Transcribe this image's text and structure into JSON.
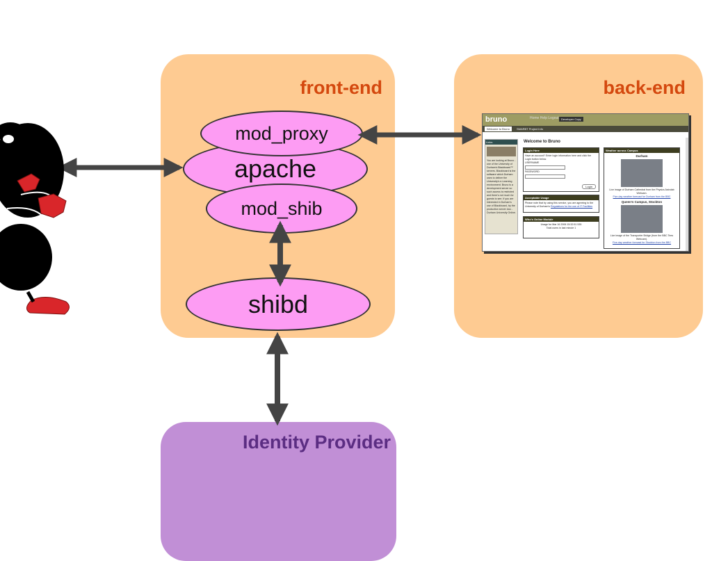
{
  "boxes": {
    "front_end": "front-end",
    "back_end": "back-end",
    "identity_provider": "Identity Provider"
  },
  "nodes": {
    "mod_proxy": "mod_proxy",
    "apache": "apache",
    "mod_shib": "mod_shib",
    "shibd": "shibd"
  },
  "colors": {
    "box_fill": "#fecb92",
    "idp_fill": "#c18fd6",
    "node_fill": "#fd9cf3",
    "arrow": "#444444",
    "title_orange": "#d4480e",
    "title_purple": "#5b2d82"
  },
  "icons": {
    "user": "cartoon-character-icon"
  },
  "screenshot": {
    "logo": "bruno",
    "nav_icons": "Home  Help  Logout",
    "dev_copy": "Developer Copy",
    "tab_welcome": "Welcome to Bruno",
    "tab_project": "SMARBT Project Info",
    "sidebar_header": "Links",
    "sidebar_text": "You are looking at Bruno - one of the University of Durham's Blackboard™ servers. Blackboard is the software which Durham uses to deliver the University's e-Learning environment. Bruno is a development server so such access is restricted and there's not much for guests to see. If you are interested in Durham's use of Blackboard, try the production server duo - Durham University Online.",
    "welcome_title": "Welcome to Bruno",
    "login_header": "Login Here",
    "login_text": "Have an account? Enter login information here and click the Login button below.",
    "username_label": "USERNAME",
    "password_label": "PASSWORD",
    "login_button": "Login",
    "usage_header": "Acceptable Usage",
    "usage_text": "Please note that by using this service, you are agreeing to the University of Durham's",
    "usage_link": "Regulations for the use of IT Facilities",
    "online_header": "Who's Online Module",
    "online_usage": "Usage for Mar 16 2006 15:32:51 535",
    "online_total": "Total users in last minute 1",
    "weather_header": "Weather across Campus",
    "durham_title": "Durham",
    "durham_caption": "Live image of Durham Cathedral from the Physics Astrolab Webcam.",
    "durham_link": "Five-day weather forecast for Durham from the BBC",
    "stockton_title": "Queen's Campus, Stockton",
    "stockton_caption": "Live image of the Transporter Bridge (from the BBC Tees Webcam).",
    "stockton_link": "Five-day weather forecast for Stockton from the BBC"
  }
}
